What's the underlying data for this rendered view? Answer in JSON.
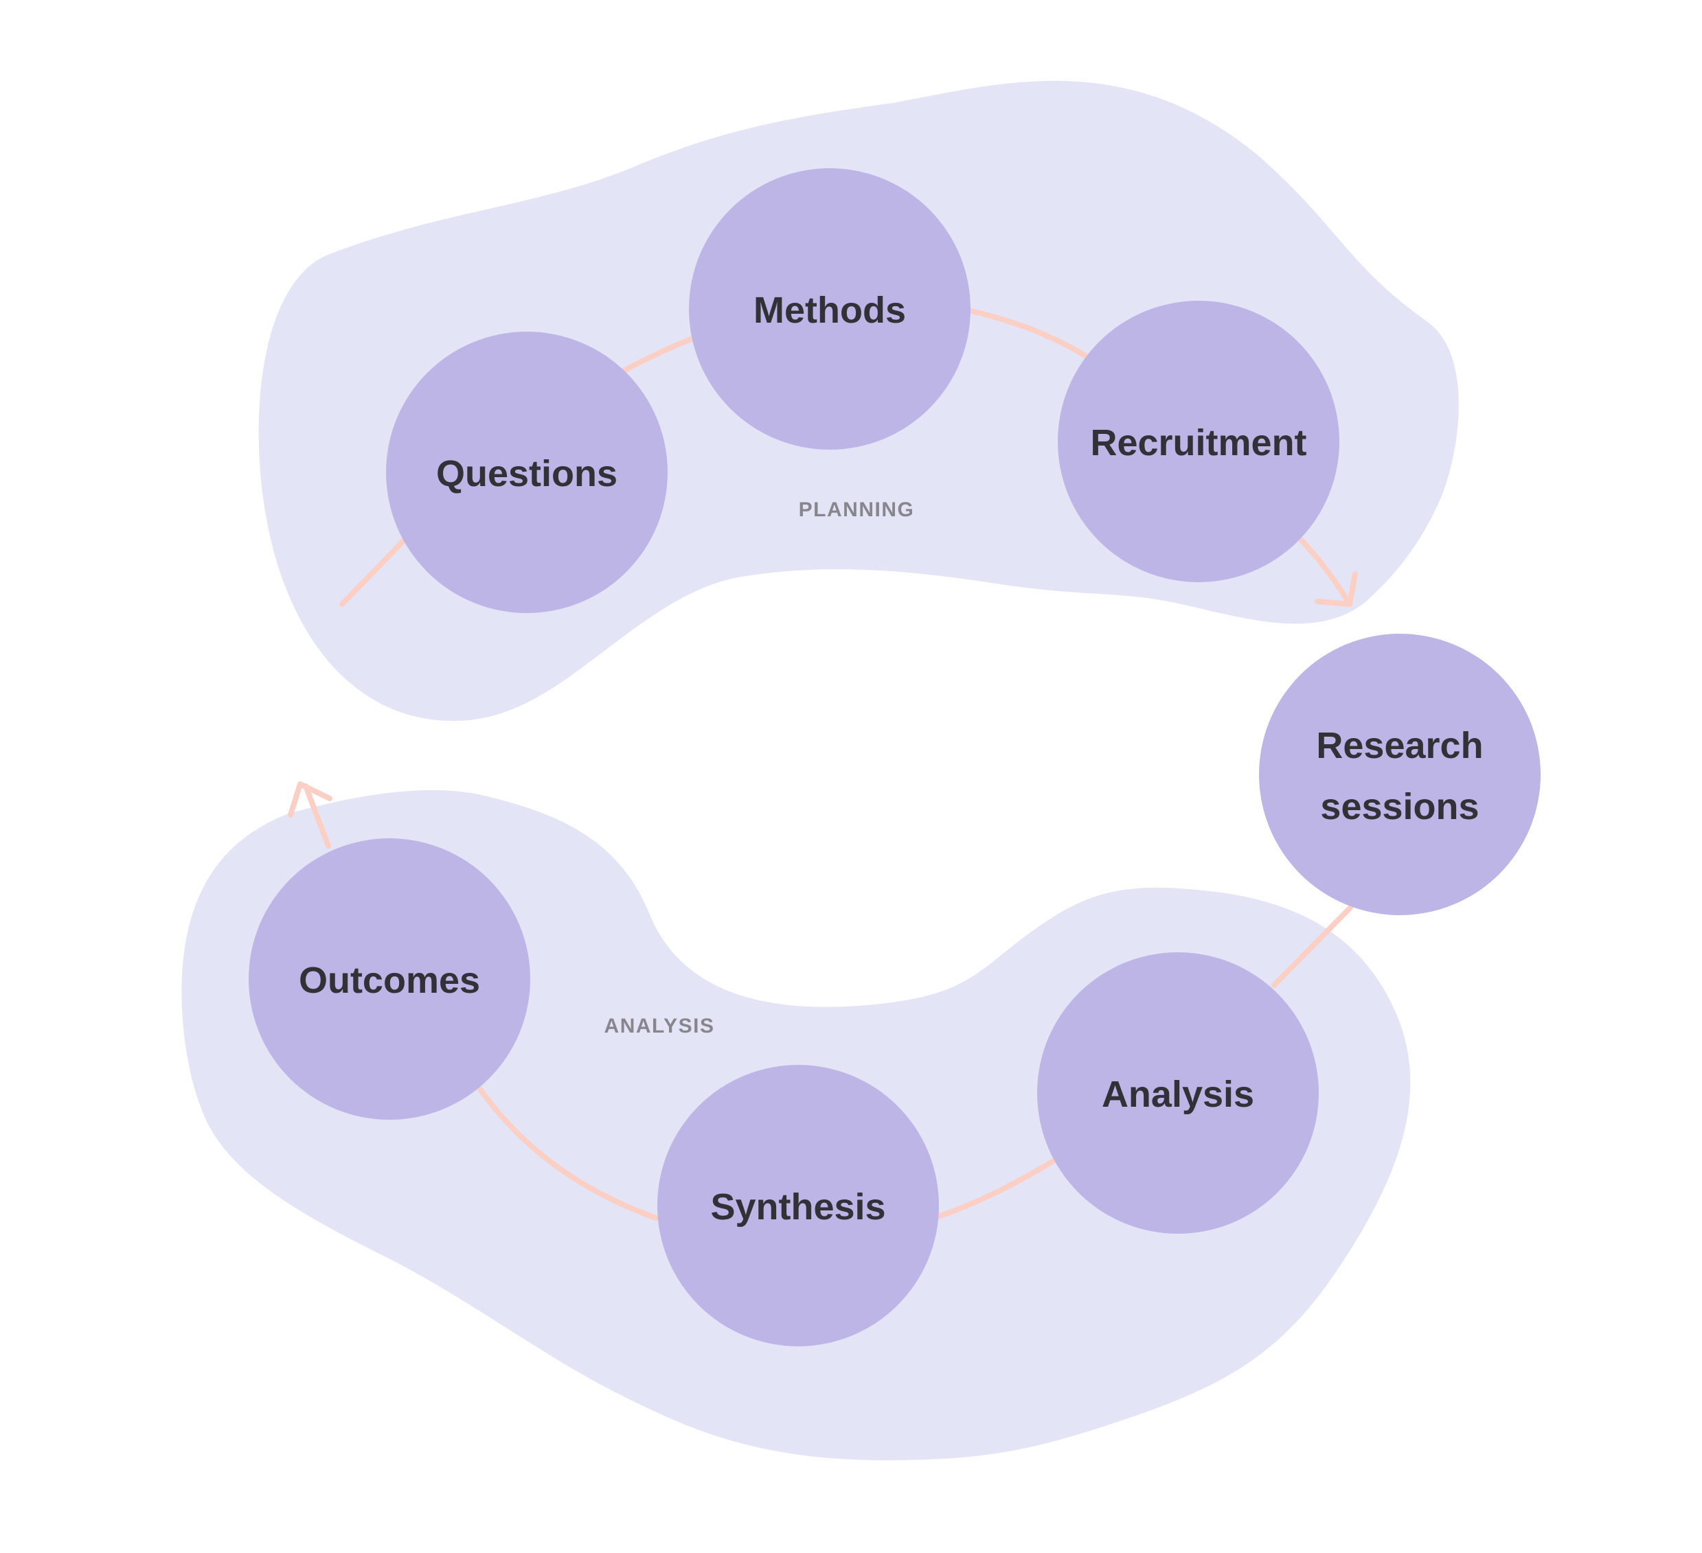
{
  "colors": {
    "background": "#ffffff",
    "group_fill": "#e4e4f7",
    "node_fill": "#bdb5e5",
    "connector": "#fbcfc3",
    "node_text": "#333138",
    "group_label_text": "#86868c"
  },
  "groups": {
    "planning": {
      "label": "PLANNING"
    },
    "analysis": {
      "label": "ANALYSIS"
    }
  },
  "nodes": {
    "questions": {
      "label": "Questions"
    },
    "methods": {
      "label": "Methods"
    },
    "recruitment": {
      "label": "Recruitment"
    },
    "research_sessions": {
      "line1": "Research",
      "line2": "sessions"
    },
    "analysis": {
      "label": "Analysis"
    },
    "synthesis": {
      "label": "Synthesis"
    },
    "outcomes": {
      "label": "Outcomes"
    }
  },
  "connectors": [
    {
      "from": "",
      "to": "questions"
    },
    {
      "from": "questions",
      "to": "methods"
    },
    {
      "from": "methods",
      "to": "recruitment"
    },
    {
      "from": "recruitment",
      "to": "research_sessions"
    },
    {
      "from": "research_sessions",
      "to": "analysis"
    },
    {
      "from": "analysis",
      "to": "synthesis"
    },
    {
      "from": "synthesis",
      "to": "outcomes"
    },
    {
      "from": "outcomes",
      "to": ""
    }
  ]
}
